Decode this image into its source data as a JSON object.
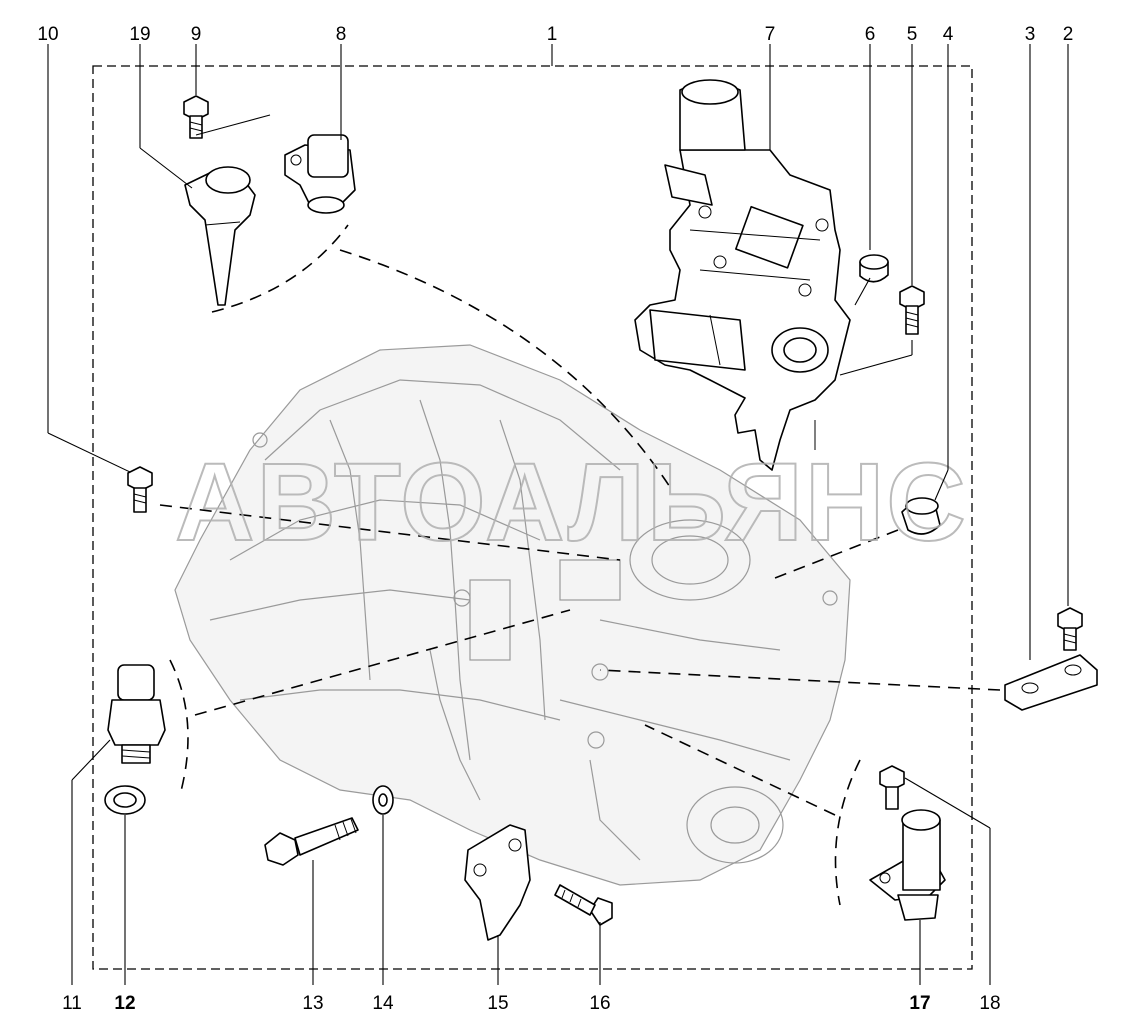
{
  "watermark": "АВТОАЛЬЯНС",
  "callouts": {
    "c1": "1",
    "c2": "2",
    "c3": "3",
    "c4": "4",
    "c5": "5",
    "c6": "6",
    "c7": "7",
    "c8": "8",
    "c9": "9",
    "c10": "10",
    "c11": "11",
    "c12": "12",
    "c13": "13",
    "c14": "14",
    "c15": "15",
    "c16": "16",
    "c17": "17",
    "c18": "18",
    "c19": "19"
  },
  "colors": {
    "line": "#000000",
    "ghost": "#9a9a9a",
    "watermark": "#b0b0b0",
    "background": "#ffffff"
  }
}
